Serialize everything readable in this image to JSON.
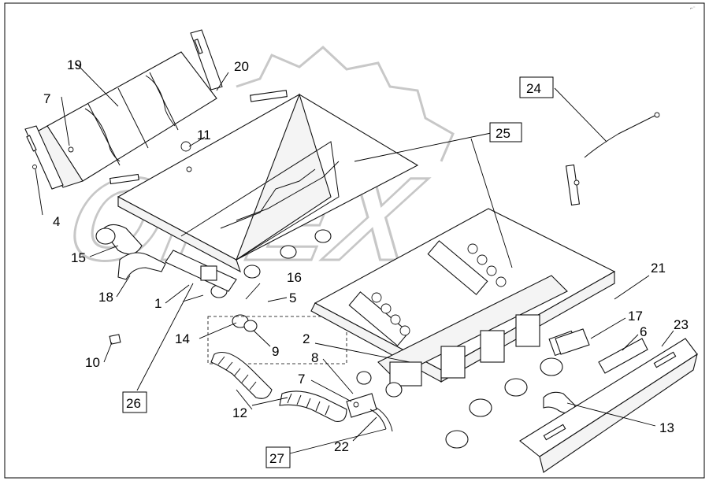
{
  "watermark": {
    "text": "OPEX"
  },
  "corner_mark": "⌐⁻",
  "callouts": {
    "c1": "1",
    "c2": "2",
    "c4": "4",
    "c5": "5",
    "c6": "6",
    "c7a": "7",
    "c7b": "7",
    "c8": "8",
    "c9": "9",
    "c10": "10",
    "c11": "11",
    "c12": "12",
    "c13": "13",
    "c14": "14",
    "c15": "15",
    "c16": "16",
    "c17": "17",
    "c18": "18",
    "c19": "19",
    "c20": "20",
    "c21": "21",
    "c22": "22",
    "c23": "23",
    "c24": "24",
    "c25": "25",
    "c26": "26",
    "c27": "27"
  }
}
